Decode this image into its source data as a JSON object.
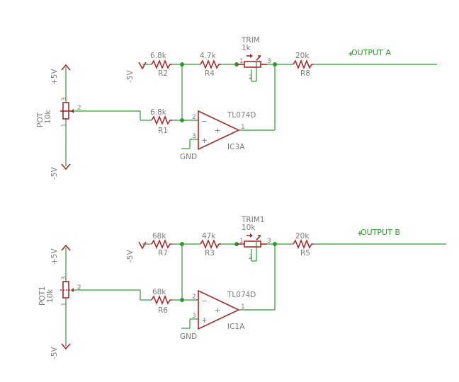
{
  "circuit_a": {
    "supply_pos": "+5V",
    "supply_neg": "-5V",
    "pot_name": "POT",
    "pot_value": "10k",
    "pot_pins": {
      "p1": "1",
      "p2": "2",
      "p3": "3"
    },
    "neg_ref": "-5V",
    "r_bias_value": "6.8k",
    "r_bias_name": "R2",
    "r_fb_value": "4.7k",
    "r_fb_name": "R4",
    "trim_name": "TRIM",
    "trim_value": "1k",
    "trim_pins": {
      "p1": "1",
      "p2": "2",
      "p3": "3"
    },
    "r_out_value": "20k",
    "r_out_name": "R8",
    "output_label": "OUTPUT A",
    "r_in_value": "6.8k",
    "r_in_name": "R1",
    "opamp_part": "TL074D",
    "opamp_name": "IC3A",
    "opamp_pins": {
      "inv": "2",
      "noninv": "3",
      "out": "1"
    },
    "gnd": "GND",
    "minus_sign": "−",
    "plus_sign": "+"
  },
  "circuit_b": {
    "supply_pos": "+5V",
    "supply_neg": "-5V",
    "pot_name": "POT1",
    "pot_value": "10k",
    "pot_pins": {
      "p1": "1",
      "p2": "2",
      "p3": "3"
    },
    "neg_ref": "-5V",
    "r_bias_value": "68k",
    "r_bias_name": "R7",
    "r_fb_value": "47k",
    "r_fb_name": "R3",
    "trim_name": "TRIM1",
    "trim_value": "10k",
    "trim_pins": {
      "p1": "1",
      "p2": "2",
      "p3": "3"
    },
    "r_out_value": "20k",
    "r_out_name": "R5",
    "output_label": "OUTPUT B",
    "r_in_value": "68k",
    "r_in_name": "R6",
    "opamp_part": "TL074D",
    "opamp_name": "IC1A",
    "opamp_pins": {
      "inv": "2",
      "noninv": "3",
      "out": "1"
    },
    "gnd": "GND",
    "minus_sign": "−",
    "plus_sign": "+"
  }
}
